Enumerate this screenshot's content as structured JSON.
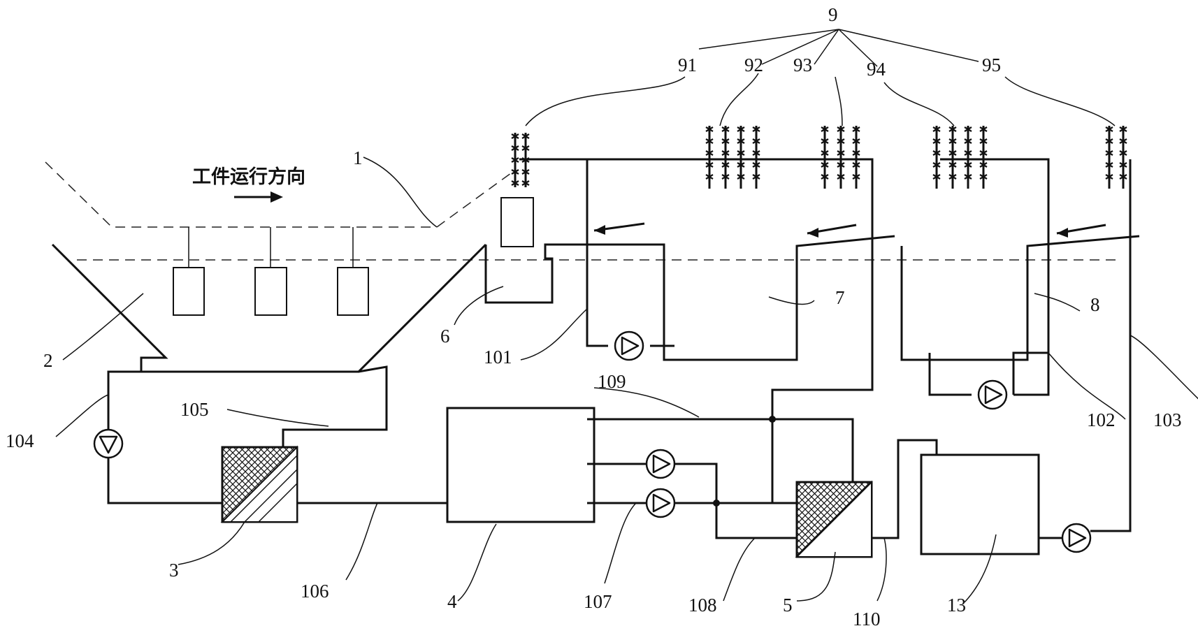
{
  "direction_text": "工件运行方向",
  "labels": {
    "l1": "1",
    "l2": "2",
    "l3": "3",
    "l4": "4",
    "l5": "5",
    "l6": "6",
    "l7": "7",
    "l8": "8",
    "l9": "9",
    "l13": "13",
    "l91": "91",
    "l92": "92",
    "l93": "93",
    "l94": "94",
    "l95": "95",
    "l101": "101",
    "l102": "102",
    "l103": "103",
    "l104": "104",
    "l105": "105",
    "l106": "106",
    "l107": "107",
    "l108": "108",
    "l109": "109",
    "l110": "110"
  }
}
